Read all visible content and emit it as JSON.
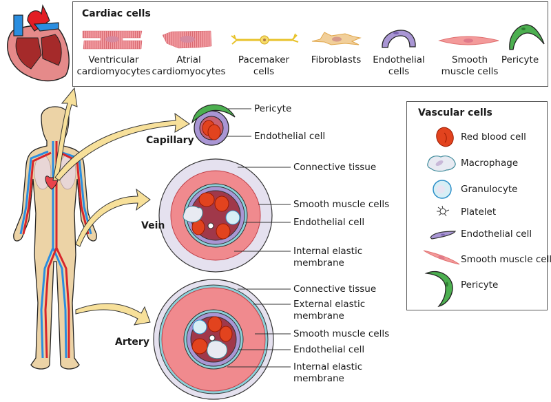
{
  "cardiac_panel": {
    "title": "Cardiac cells",
    "items": [
      {
        "icon": "ventricular-cardiomyocyte-icon",
        "label_line1": "Ventricular",
        "label_line2": "cardiomyocytes"
      },
      {
        "icon": "atrial-cardiomyocyte-icon",
        "label_line1": "Atrial",
        "label_line2": "cardiomyocytes"
      },
      {
        "icon": "pacemaker-cell-icon",
        "label_line1": "Pacemaker",
        "label_line2": "cells"
      },
      {
        "icon": "fibroblast-icon",
        "label_line1": "Fibroblasts",
        "label_line2": ""
      },
      {
        "icon": "endothelial-cell-icon",
        "label_line1": "Endothelial",
        "label_line2": "cells"
      },
      {
        "icon": "smooth-muscle-cell-icon",
        "label_line1": "Smooth",
        "label_line2": "muscle cells"
      },
      {
        "icon": "pericyte-icon",
        "label_line1": "Pericyte",
        "label_line2": ""
      }
    ]
  },
  "vascular_panel": {
    "title": "Vascular cells",
    "items": [
      {
        "icon": "red-blood-cell-icon",
        "label": "Red blood cell"
      },
      {
        "icon": "macrophage-icon",
        "label": "Macrophage"
      },
      {
        "icon": "granulocyte-icon",
        "label": "Granulocyte"
      },
      {
        "icon": "platelet-icon",
        "label": "Platelet"
      },
      {
        "icon": "endothelial-cell-icon",
        "label": "Endothelial cell"
      },
      {
        "icon": "smooth-muscle-cell-icon",
        "label": "Smooth muscle cell"
      },
      {
        "icon": "pericyte-icon",
        "label": "Pericyte"
      }
    ]
  },
  "capillary": {
    "name": "Capillary",
    "labels": [
      "Pericyte",
      "Endothelial cell"
    ]
  },
  "vein": {
    "name": "Vein",
    "labels": [
      "Connective tissue",
      "Smooth muscle cells",
      "Endothelial cell",
      "Internal elastic",
      "membrane"
    ]
  },
  "artery": {
    "name": "Artery",
    "labels": [
      "Connective tissue",
      "External elastic",
      "membrane",
      "Smooth muscle cells",
      "Endothelial cell",
      "Internal elastic",
      "membrane"
    ]
  },
  "colors": {
    "artery_red": "#d7262b",
    "vein_blue": "#2a8ee0",
    "arrow_fill": "#f7e09a",
    "skin": "#ecd3a6",
    "smooth_muscle": "#f08a8e",
    "connective": "#e5e1ef",
    "endothelial": "#a996d4",
    "pericyte": "#4caf50",
    "rbc": "#e2431e"
  }
}
